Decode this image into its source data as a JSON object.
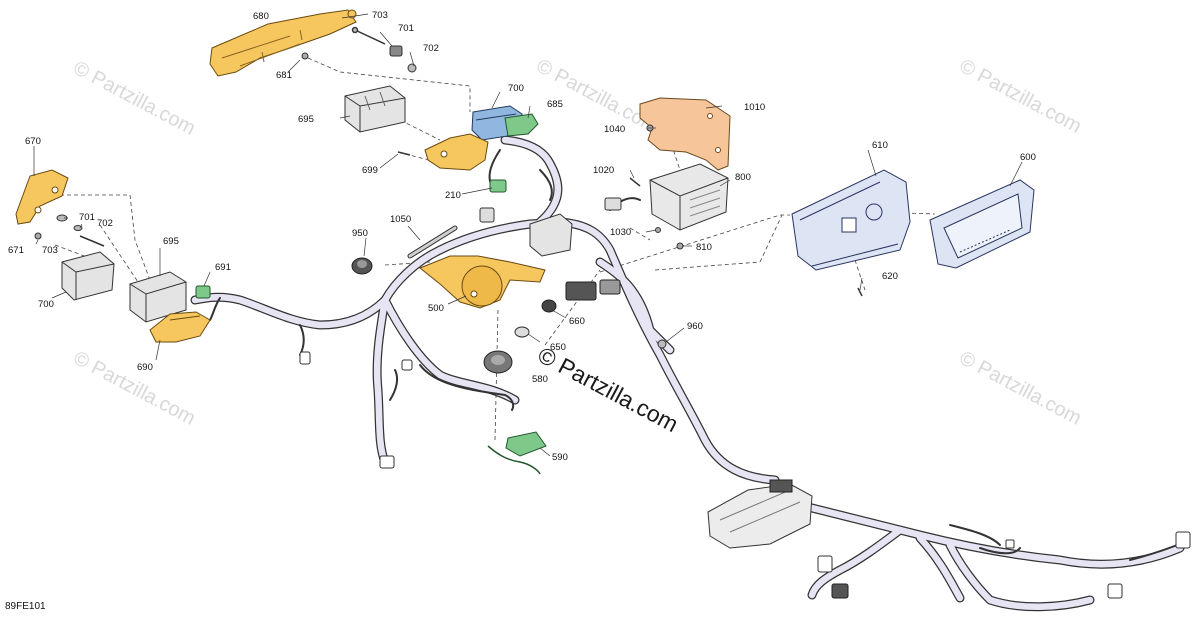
{
  "drawing_code": "89FE101",
  "watermark": "© Partzilla.com",
  "watermark_center": "© Partzilla.com",
  "callouts": {
    "c680": "680",
    "c703a": "703",
    "c701a": "701",
    "c702a": "702",
    "c681": "681",
    "c700a": "700",
    "c685": "685",
    "c695a": "695",
    "c699": "699",
    "c210": "210",
    "c1010": "1010",
    "c1040": "1040",
    "c1020": "1020",
    "c800": "800",
    "c1030": "1030",
    "c810": "810",
    "c610": "610",
    "c600": "600",
    "c620": "620",
    "c670": "670",
    "c701b": "701",
    "c702b": "702",
    "c671": "671",
    "c703b": "703",
    "c695b": "695",
    "c691": "691",
    "c700b": "700",
    "c690": "690",
    "c1050": "1050",
    "c950": "950",
    "c500": "500",
    "c660": "660",
    "c650": "650",
    "c580": "580",
    "c590": "590",
    "c960": "960"
  }
}
